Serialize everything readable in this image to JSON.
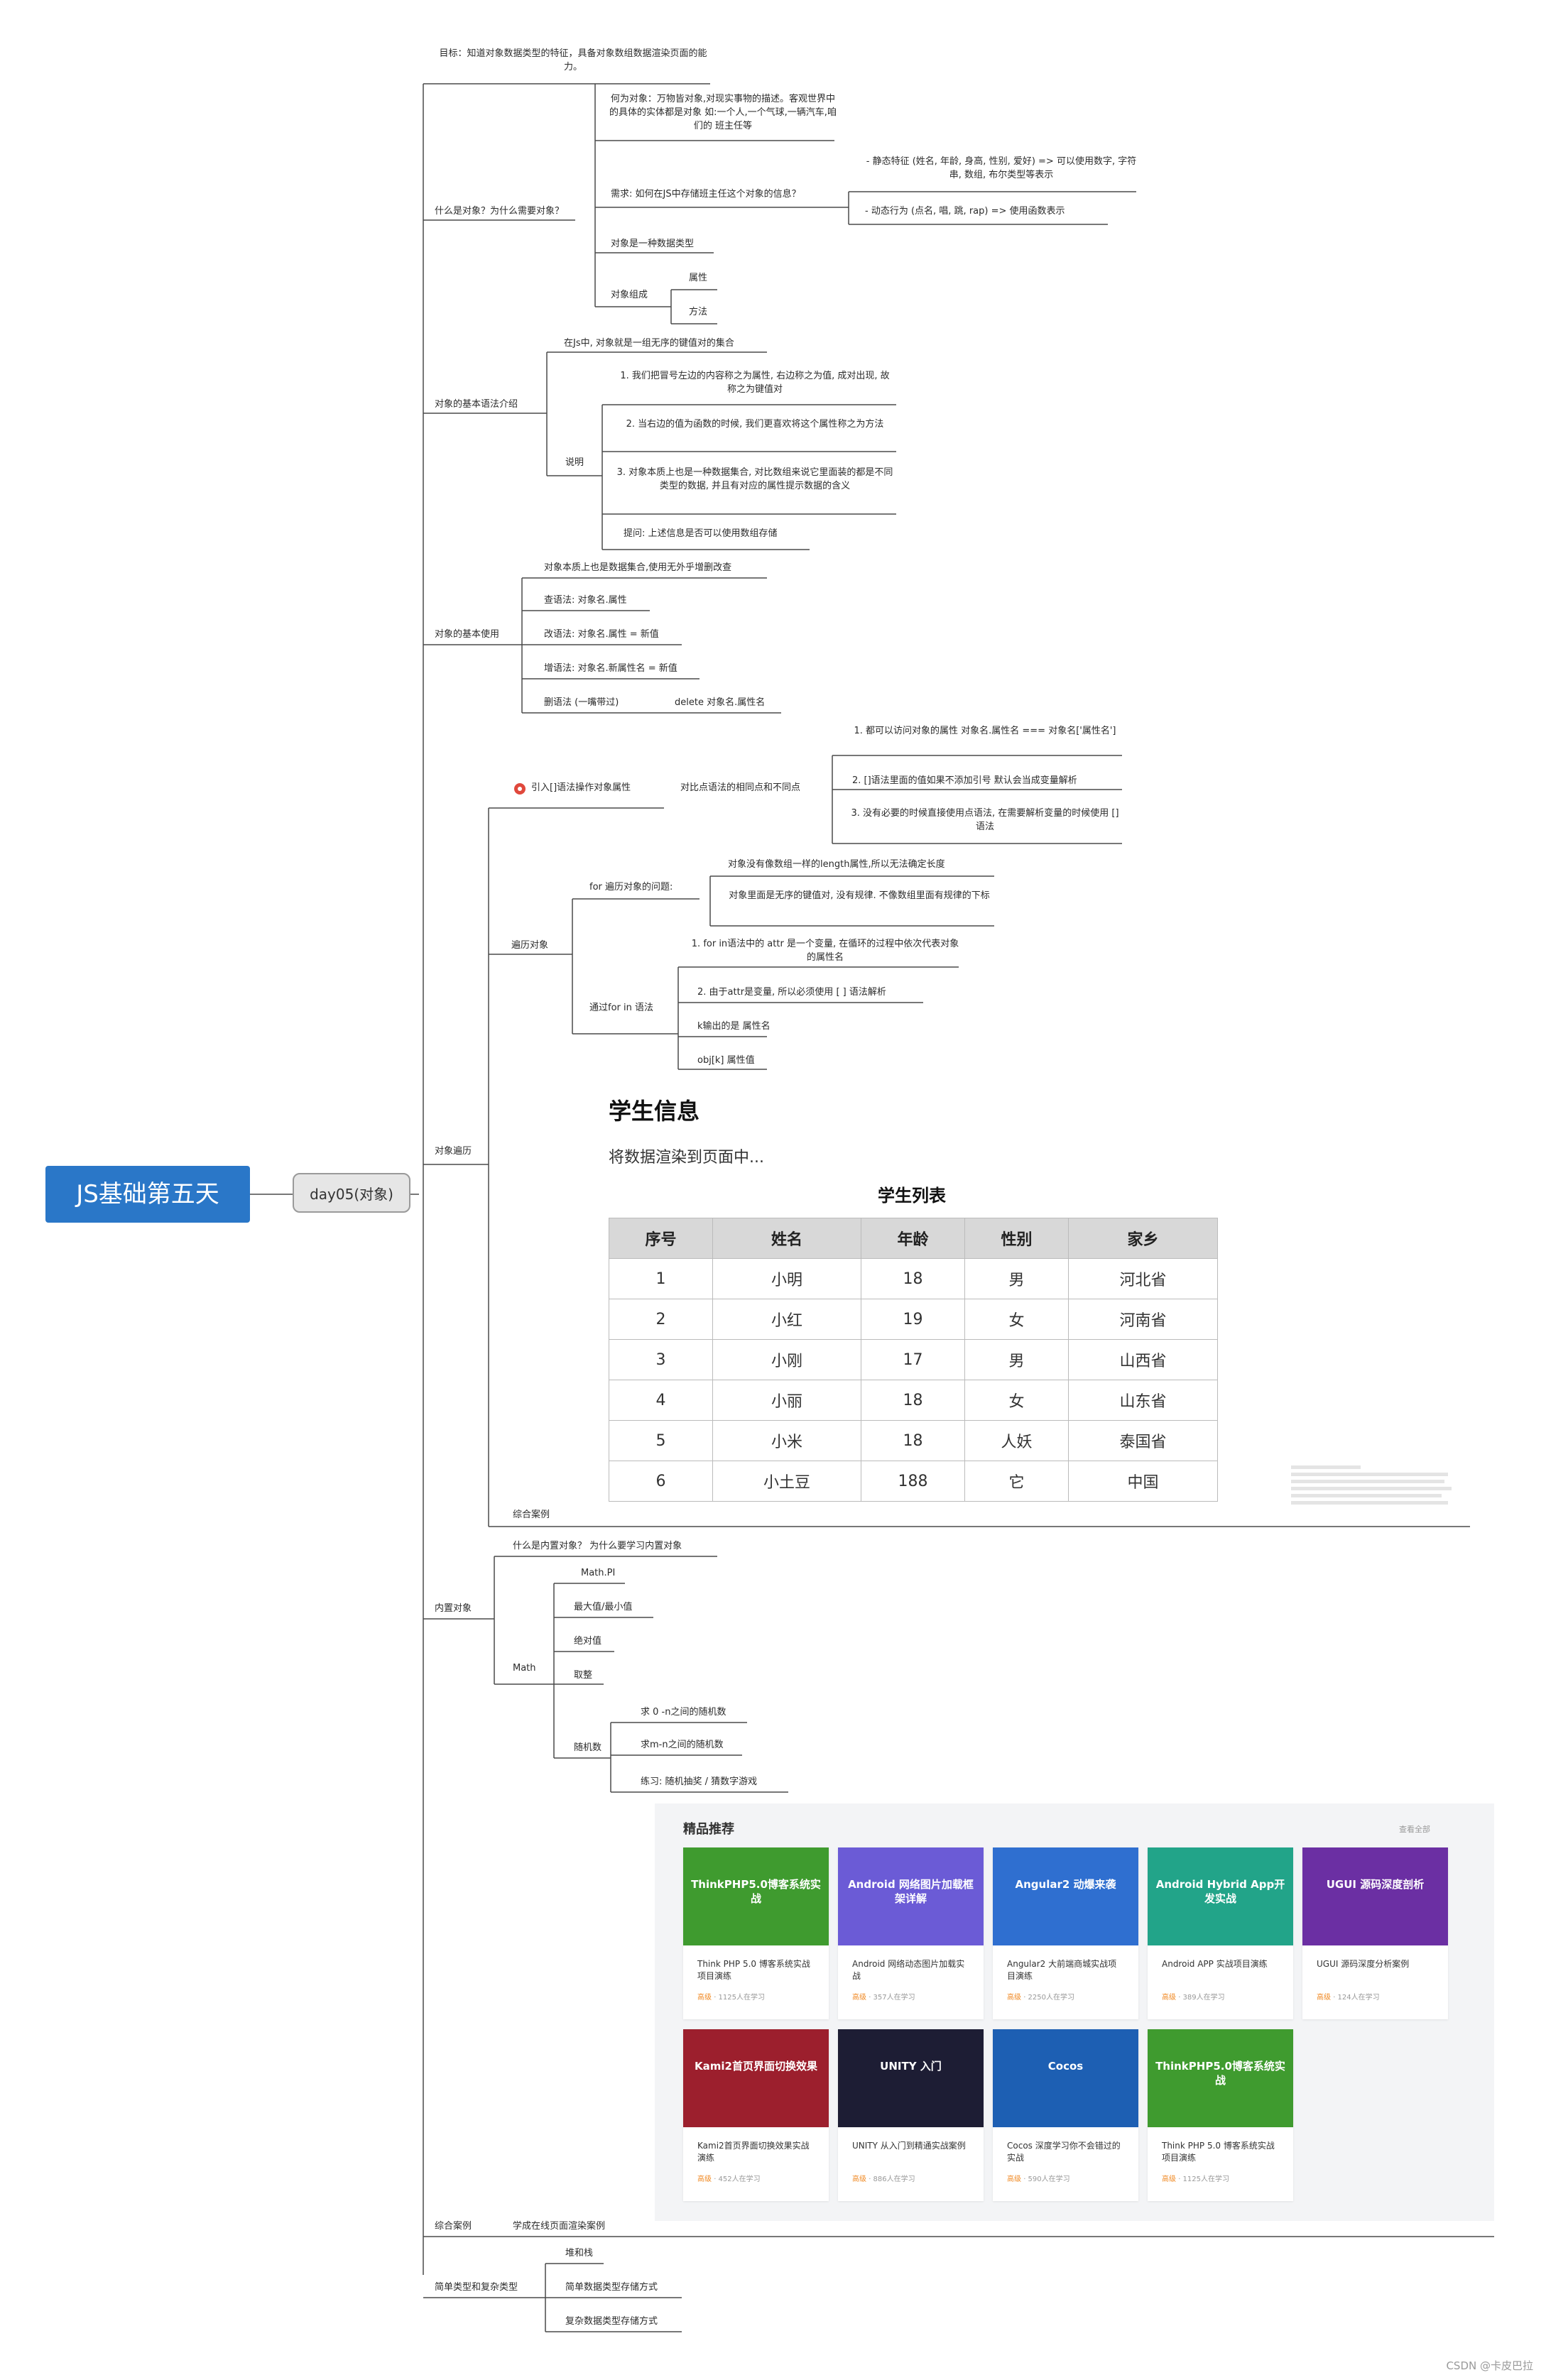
{
  "root": "JS基础第五天",
  "day": "day05(对象)",
  "goal": "目标：知道对象数据类型的特征，具备对象数组数据渲染页面的能力。",
  "why": {
    "label": "什么是对象？为什么需要对象？",
    "what_is": "何为对象：万物皆对象,对现实事物的描述。客观世界中的具体的实体都是对象 如:一个人,一个气球,一辆汽车,咱们的 班主任等",
    "need": "需求: 如何在JS中存储班主任这个对象的信息？",
    "static": "- 静态特征 (姓名, 年龄, 身高, 性别, 爱好) => 可以使用数字, 字符串, 数组, 布尔类型等表示",
    "dynamic": "- 动态行为 (点名, 唱, 跳, rap) => 使用函数表示",
    "is_type": "对象是一种数据类型",
    "composition": "对象组成",
    "prop": "属性",
    "method": "方法"
  },
  "syntax": {
    "label": "对象的基本语法介绍",
    "def": "在Js中, 对象就是一组无序的键值对的集合",
    "explain": "说明",
    "e1": "1. 我们把冒号左边的内容称之为属性, 右边称之为值, 成对出现, 故称之为键值对",
    "e2": "2. 当右边的值为函数的时候, 我们更喜欢将这个属性称之为方法",
    "e3": "3. 对象本质上也是一种数据集合, 对比数组来说它里面装的都是不同类型的数据, 并且有对应的属性提示数据的含义",
    "ask": "提问: 上述信息是否可以使用数组存储"
  },
  "usage": {
    "label": "对象的基本使用",
    "intro": "对象本质上也是数据集合,使用无外乎增删改查",
    "query": "查语法: 对象名.属性",
    "update": "改语法: 对象名.属性 = 新值",
    "add": "增语法: 对象名.新属性名 = 新值",
    "del": "删语法 (一嘴带过)",
    "del2": "delete 对象名.属性名"
  },
  "traverse": {
    "label": "对象遍历",
    "bracket": "引入[]语法操作对象属性",
    "compare": "对比点语法的相同点和不同点",
    "b1": "1. 都可以访问对象的属性 对象名.属性名 === 对象名['属性名']",
    "b2": "2. []语法里面的值如果不添加引号 默认会当成变量解析",
    "b3": "3. 没有必要的时候直接使用点语法, 在需要解析变量的时候使用 [] 语法",
    "loop": "遍历对象",
    "problem": "for 遍历对象的问题:",
    "p1": "对象没有像数组一样的length属性,所以无法确定长度",
    "p2": "对象里面是无序的键值对, 没有规律. 不像数组里面有规律的下标",
    "forin": "通过for in 语法",
    "f1": "1. for in语法中的 attr 是一个变量, 在循环的过程中依次代表对象的属性名",
    "f2": "2. 由于attr是变量, 所以必须使用 [ ] 语法解析",
    "f3": "k输出的是 属性名",
    "f4": "obj[k] 属性值",
    "case": "综合案例"
  },
  "students": {
    "heading": "学生信息",
    "sub": "将数据渲染到页面中...",
    "caption": "学生列表",
    "columns": [
      "序号",
      "姓名",
      "年龄",
      "性别",
      "家乡"
    ],
    "rows": [
      [
        "1",
        "小明",
        "18",
        "男",
        "河北省"
      ],
      [
        "2",
        "小红",
        "19",
        "女",
        "河南省"
      ],
      [
        "3",
        "小刚",
        "17",
        "男",
        "山西省"
      ],
      [
        "4",
        "小丽",
        "18",
        "女",
        "山东省"
      ],
      [
        "5",
        "小米",
        "18",
        "人妖",
        "泰国省"
      ],
      [
        "6",
        "小土豆",
        "188",
        "它",
        "中国"
      ]
    ]
  },
  "builtin": {
    "label": "内置对象",
    "why": "什么是内置对象？ 为什么要学习内置对象",
    "math": "Math",
    "pi": "Math.PI",
    "maxmin": "最大值/最小值",
    "abs": "绝对值",
    "round": "取整",
    "random": "随机数",
    "r1": "求 0 -n之间的随机数",
    "r2": "求m-n之间的随机数",
    "r3": "练习: 随机抽奖 / 猜数字游戏"
  },
  "recommend": {
    "title": "精品推荐",
    "all": "查看全部",
    "cards": [
      {
        "img": "ThinkPHP5.0博客系统实战",
        "title": "Think PHP 5.0 博客系统实战项目演练",
        "level": "高级",
        "count": "· 1125人在学习",
        "bg": "#3f9b2f"
      },
      {
        "img": "Android 网络图片加载框架详解",
        "title": "Android 网络动态图片加载实战",
        "level": "高级",
        "count": "· 357人在学习",
        "bg": "#6b5bd6"
      },
      {
        "img": "Angular2 动爆来袭",
        "title": "Angular2 大前端商城实战项目演练",
        "level": "高级",
        "count": "· 2250人在学习",
        "bg": "#2f6fd0"
      },
      {
        "img": "Android Hybrid App开发实战",
        "title": "Android APP 实战项目演练",
        "level": "高级",
        "count": "· 389人在学习",
        "bg": "#22a489"
      },
      {
        "img": "UGUI 源码深度剖析",
        "title": "UGUI 源码深度分析案例",
        "level": "高级",
        "count": "· 124人在学习",
        "bg": "#6b2fa3"
      },
      {
        "img": "Kami2首页界面切换效果",
        "title": "Kami2首页界面切换效果实战演练",
        "level": "高级",
        "count": "· 452人在学习",
        "bg": "#9c1f2d"
      },
      {
        "img": "UNITY 入门",
        "title": "UNITY 从入门到精通实战案例",
        "level": "高级",
        "count": "· 886人在学习",
        "bg": "#1d1d34"
      },
      {
        "img": "Cocos",
        "title": "Cocos 深度学习你不会错过的实战",
        "level": "高级",
        "count": "· 590人在学习",
        "bg": "#1d5fb3"
      },
      {
        "img": "ThinkPHP5.0博客系统实战",
        "title": "Think PHP 5.0 博客系统实战项目演练",
        "level": "高级",
        "count": "· 1125人在学习",
        "bg": "#3f9b2f"
      }
    ]
  },
  "final_case": {
    "label": "综合案例",
    "text": "学成在线页面渲染案例"
  },
  "types": {
    "label": "简单类型和复杂类型",
    "t1": "堆和栈",
    "t2": "简单数据类型存储方式",
    "t3": "复杂数据类型存储方式"
  },
  "credit": "CSDN @卡皮巴拉"
}
